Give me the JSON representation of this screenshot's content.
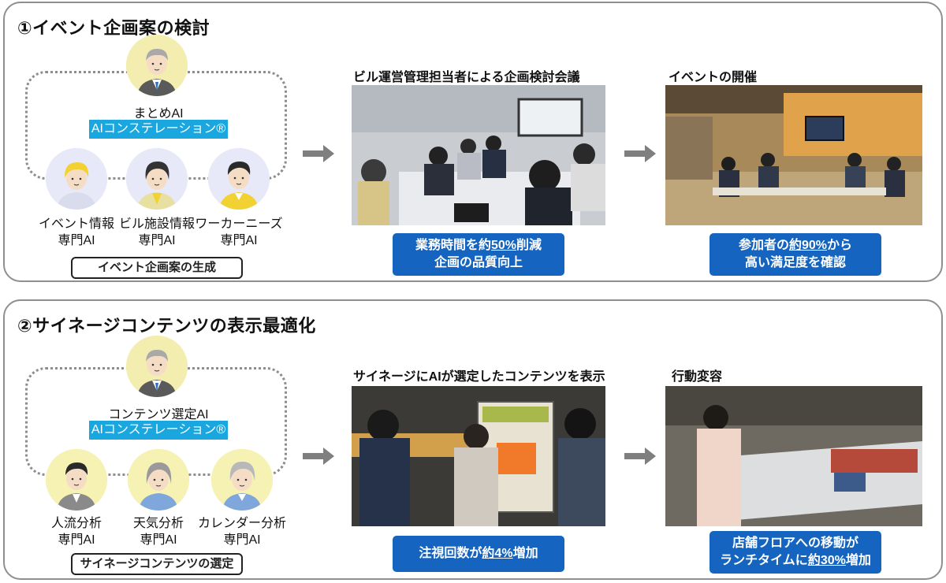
{
  "section1": {
    "title": "①イベント企画案の検討",
    "central_ai": "まとめAI",
    "constellation": "AIコンステレーション®",
    "specialists": [
      {
        "line1": "イベント情報",
        "line2": "専門AI"
      },
      {
        "line1": "ビル施設情報",
        "line2": "専門AI"
      },
      {
        "line1": "ワーカーニーズ",
        "line2": "専門AI"
      }
    ],
    "output_label": "イベント企画案の生成",
    "step2_caption": "ビル運営管理担当者による企画検討会議",
    "step2_result": {
      "pre": "業務時間を約",
      "highlight": "50%",
      "post": "削減",
      "line2": "企画の品質向上"
    },
    "step3_caption": "イベントの開催",
    "step3_result": {
      "pre": "参加者の",
      "highlight": "約90%",
      "post": "から",
      "line2": "高い満足度を確認"
    }
  },
  "section2": {
    "title": "②サイネージコンテンツの表示最適化",
    "central_ai": "コンテンツ選定AI",
    "constellation": "AIコンステレーション®",
    "specialists": [
      {
        "line1": "人流分析",
        "line2": "専門AI"
      },
      {
        "line1": "天気分析",
        "line2": "専門AI"
      },
      {
        "line1": "カレンダー分析",
        "line2": "専門AI"
      }
    ],
    "output_label": "サイネージコンテンツの選定",
    "step2_caption": "サイネージにAIが選定したコンテンツを表示",
    "step2_result": {
      "pre": "注視回数が",
      "highlight": "約4%",
      "post": "増加"
    },
    "step3_caption": "行動変容",
    "step3_result": {
      "line1": "店舗フロアへの移動が",
      "pre": "ランチタイムに",
      "highlight": "約30%",
      "post": "増加"
    }
  },
  "colors": {
    "constellation": "#1aa7e0",
    "result_box": "#1565c0",
    "arrow": "#7f7f7f",
    "panel_border": "#8f8f8f"
  }
}
